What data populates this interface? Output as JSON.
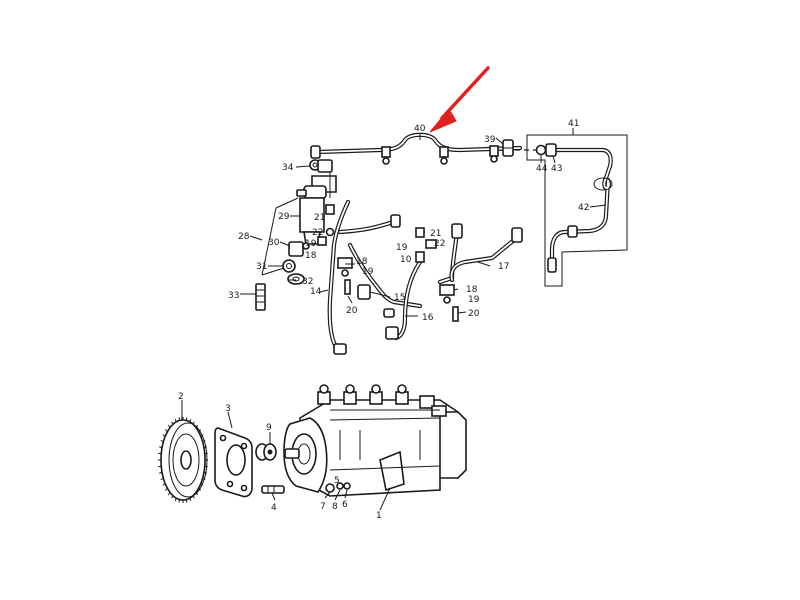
{
  "arrow": {
    "color": "#e0211f"
  },
  "labels": {
    "l1": "1",
    "l2": "2",
    "l3": "3",
    "l4": "4",
    "l5": "5",
    "l6": "6",
    "l7": "7",
    "l8": "8",
    "l9": "9",
    "l10": "10",
    "l14": "14",
    "l15": "15",
    "l16": "16",
    "l17": "17",
    "l18a": "18",
    "l18b": "18",
    "l18c": "18",
    "l19a": "19",
    "l19b": "19",
    "l19c": "19",
    "l19d": "19",
    "l20a": "20",
    "l20b": "20",
    "l21a": "21",
    "l21b": "21",
    "l22a": "22",
    "l22b": "22",
    "l28": "28",
    "l29": "29",
    "l30": "30",
    "l31": "31",
    "l32": "32",
    "l33": "33",
    "l34": "34",
    "l39": "39",
    "l40": "40",
    "l41": "41",
    "l42": "42",
    "l43": "43",
    "l44": "44"
  }
}
